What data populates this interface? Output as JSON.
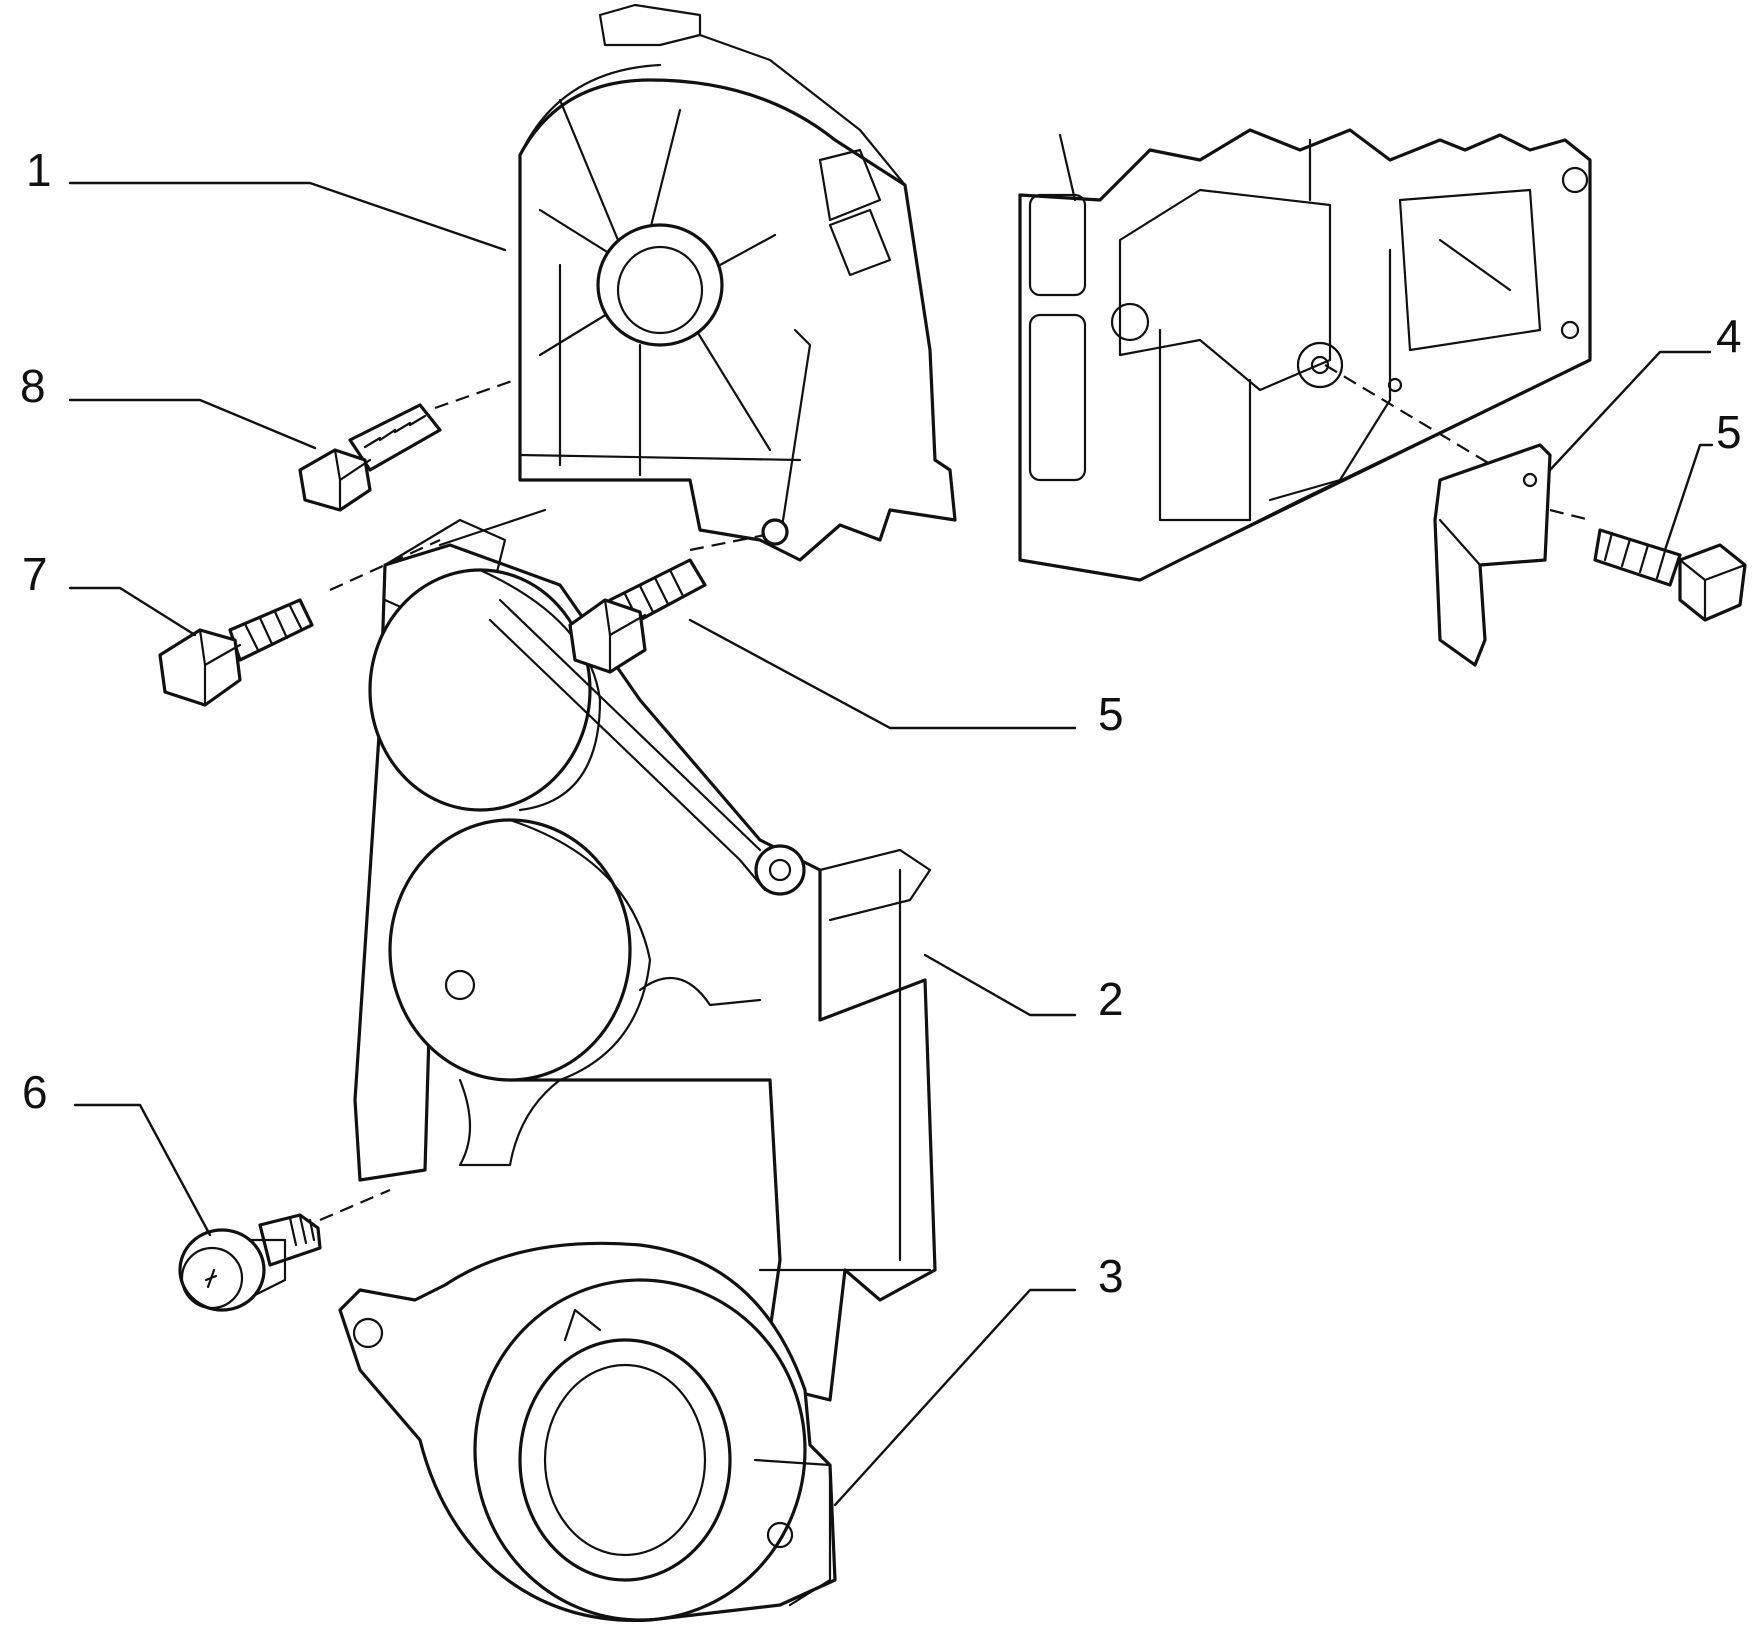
{
  "callouts": {
    "c1": "1",
    "c2": "2",
    "c3": "3",
    "c4": "4",
    "c5_right": "5",
    "c5_center": "5",
    "c6": "6",
    "c7": "7",
    "c8": "8"
  },
  "colors": {
    "ink": "#111111",
    "paper": "#ffffff"
  }
}
